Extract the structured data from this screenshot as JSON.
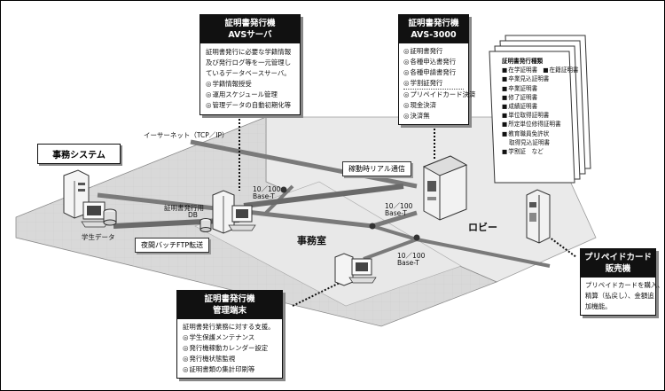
{
  "callouts": {
    "avs_server": {
      "title1": "証明書発行機",
      "title2": "AVSサーバ",
      "body": [
        "証明書発行に必要な学籍情報",
        "及び発行ログ等を一元管理し",
        "ているデータベースサーバ。"
      ],
      "bullets": [
        "学籍情報授受",
        "運用スケジュール管理",
        "管理データの自動初期化等"
      ]
    },
    "avs3000": {
      "title1": "証明書発行機",
      "title2": "AVS-3000",
      "items": [
        "証明書発行",
        "各種申込書発行",
        "各種申請書発行",
        "学割証発行",
        "プリペイドカード決済",
        "現金決済",
        "決済無"
      ]
    },
    "mgmt_terminal": {
      "title1": "証明書発行機",
      "title2": "管理端末",
      "body": [
        "証明書発行業務に対する支援。"
      ],
      "bullets": [
        "学生保護メンテナンス",
        "発行機稼動カレンダー設定",
        "発行機状態監視",
        "証明書類の集計印刷等"
      ]
    },
    "prepaid": {
      "title1": "プリペイドカード",
      "title2": "販売機",
      "body": [
        "プリペイドカードを購入、",
        "精算（払戻し）、金額追",
        "加機能。"
      ]
    },
    "office_system": {
      "title": "事務システム"
    }
  },
  "doc_list": {
    "heading": "証明書発行種類",
    "row1": [
      "在学証明書",
      "在籍証明書"
    ],
    "items": [
      "卒業見込証明書",
      "卒業証明書",
      "修了証明書",
      "成績証明書",
      "単位取得証明書",
      "所定単位修得証明書"
    ],
    "teacher": [
      "教育職員免許状",
      "取得見込証明書"
    ],
    "last": "学割証　など"
  },
  "labels": {
    "ethernet": "イーサーネット（TCP／IP）",
    "realtime": "稼動時リアル通信",
    "batch": "夜間バッチFTP転送",
    "student_data": "学生データ",
    "db1": "証明書発行用",
    "db2": "DB",
    "base_a1": "10／100",
    "base_a2": "Base-T",
    "base_b1": "10／100",
    "base_b2": "Base-T",
    "base_c1": "10／100",
    "base_c2": "Base-T",
    "office_room": "事務室",
    "lobby": "ロビー"
  }
}
